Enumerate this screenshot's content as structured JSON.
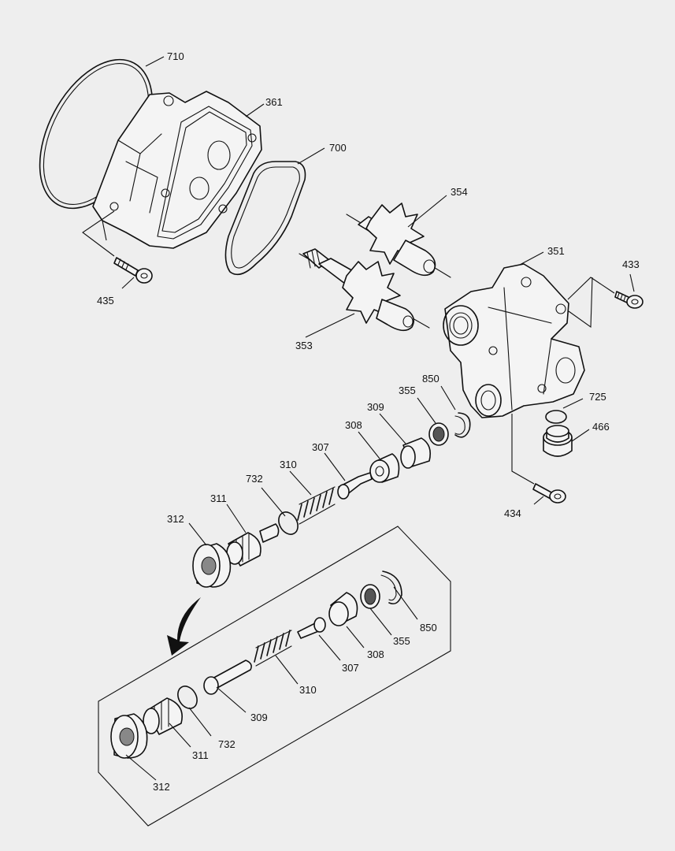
{
  "labels": {
    "l710": "710",
    "l361": "361",
    "l700": "700",
    "l354": "354",
    "l351": "351",
    "l433": "433",
    "l435": "435",
    "l353": "353",
    "l850": "850",
    "l355": "355",
    "l309": "309",
    "l308": "308",
    "l307": "307",
    "l310": "310",
    "l732": "732",
    "l311": "311",
    "l312": "312",
    "l725": "725",
    "l466": "466",
    "l434": "434",
    "d850": "850",
    "d355": "355",
    "d308": "308",
    "d307": "307",
    "d310": "310",
    "d309": "309",
    "d732": "732",
    "d311": "311",
    "d312": "312"
  }
}
